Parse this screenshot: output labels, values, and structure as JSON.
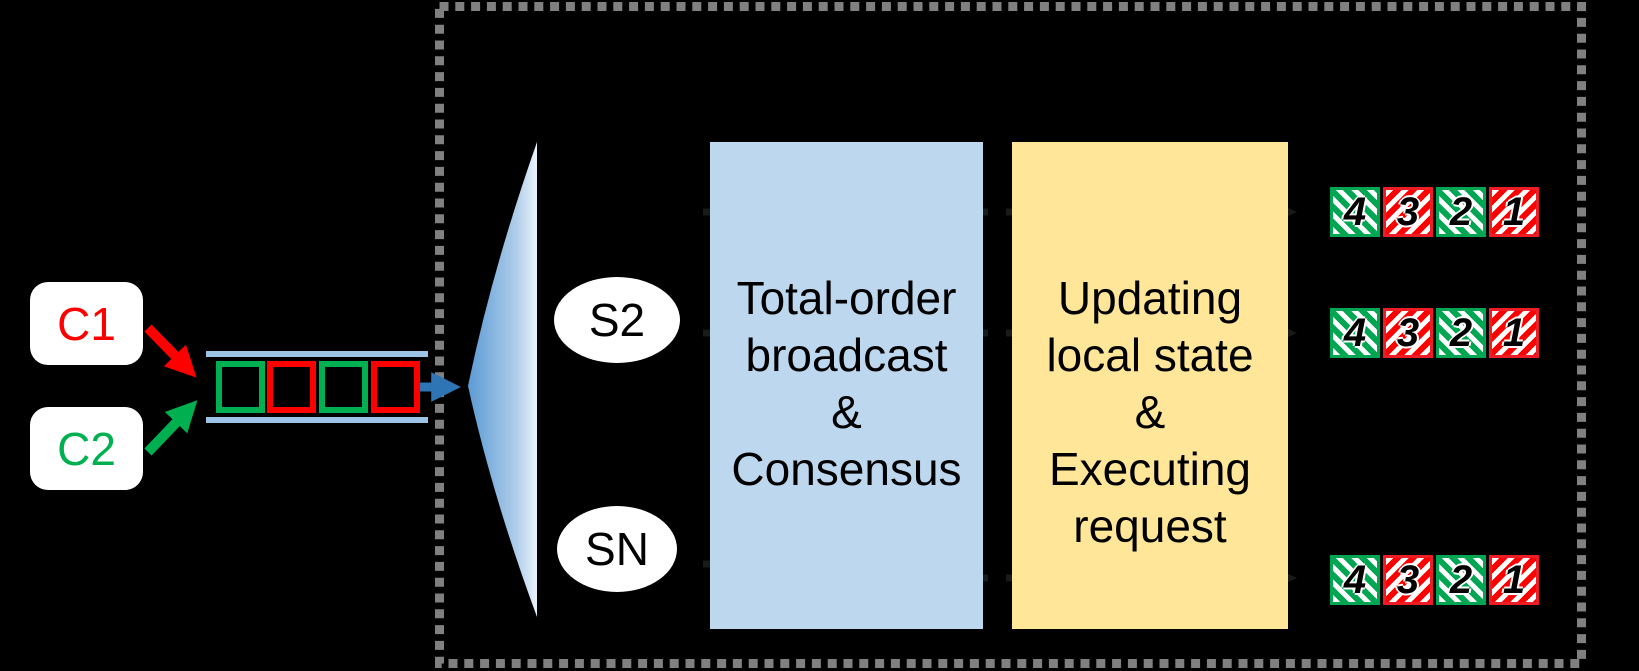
{
  "background_color": "#000000",
  "boundary": {
    "style": "dashed",
    "color": "#808080"
  },
  "clients": [
    {
      "label": "C1",
      "color": "#FF0000"
    },
    {
      "label": "C2",
      "color": "#00B050"
    }
  ],
  "arrows": {
    "c1_to_queue_color": "#FF0000",
    "c2_to_queue_color": "#00B050",
    "queue_to_servers_color": "#2E75B6"
  },
  "input_queue": {
    "rail_color": "#9DC3E6",
    "slot_colors": [
      "#00B050",
      "#FF0000",
      "#00B050",
      "#FF0000"
    ]
  },
  "funnel": {
    "gradient_from": "#5B9BD5",
    "gradient_to": "#EAF2FB"
  },
  "servers": [
    {
      "label": "S2"
    },
    {
      "label": "SN"
    }
  ],
  "stages": [
    {
      "name": "total-order-broadcast",
      "fill": "#BDD7EE",
      "lines": [
        "Total-order",
        "broadcast",
        "&",
        "Consensus"
      ]
    },
    {
      "name": "update-and-execute",
      "fill": "#FFE699",
      "lines": [
        "Updating",
        "local state",
        "&",
        "Executing",
        "request"
      ]
    }
  ],
  "output_queues": [
    {
      "cells": [
        {
          "label": "4",
          "color": "green"
        },
        {
          "label": "3",
          "color": "red"
        },
        {
          "label": "2",
          "color": "green"
        },
        {
          "label": "1",
          "color": "red"
        }
      ]
    },
    {
      "cells": [
        {
          "label": "4",
          "color": "green"
        },
        {
          "label": "3",
          "color": "red"
        },
        {
          "label": "2",
          "color": "green"
        },
        {
          "label": "1",
          "color": "red"
        }
      ]
    },
    {
      "cells": [
        {
          "label": "4",
          "color": "green"
        },
        {
          "label": "3",
          "color": "red"
        },
        {
          "label": "2",
          "color": "green"
        },
        {
          "label": "1",
          "color": "red"
        }
      ]
    }
  ],
  "palette": {
    "green": "#00A651",
    "red": "#EE1C25"
  }
}
